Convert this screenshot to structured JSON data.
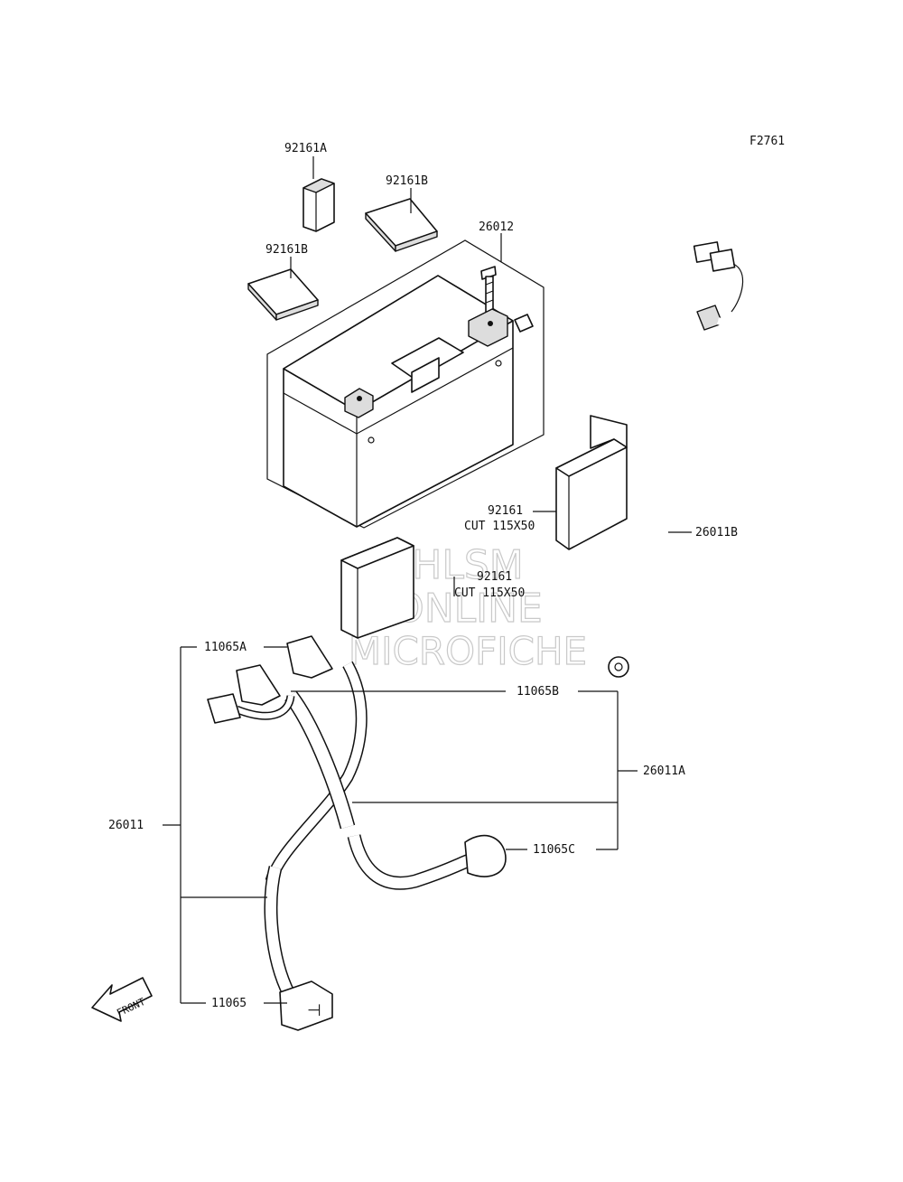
{
  "figure_code": "F2761",
  "watermark": {
    "line1": "HLSM",
    "line2": "ONLINE",
    "line3": "MICROFICHE"
  },
  "labels": {
    "p92161A": "92161A",
    "p92161B_top": "92161B",
    "p92161B_left": "92161B",
    "p26012": "26012",
    "p92161_right": "92161",
    "p92161_right_cut": "CUT 115X50",
    "p92161_left": "92161",
    "p92161_left_cut": "CUT 115X50",
    "p26011B": "26011B",
    "p11065A": "11065A",
    "p11065B": "11065B",
    "p26011A": "26011A",
    "p26011": "26011",
    "p11065C": "11065C",
    "p11065": "11065"
  },
  "front_arrow": "FRONT"
}
